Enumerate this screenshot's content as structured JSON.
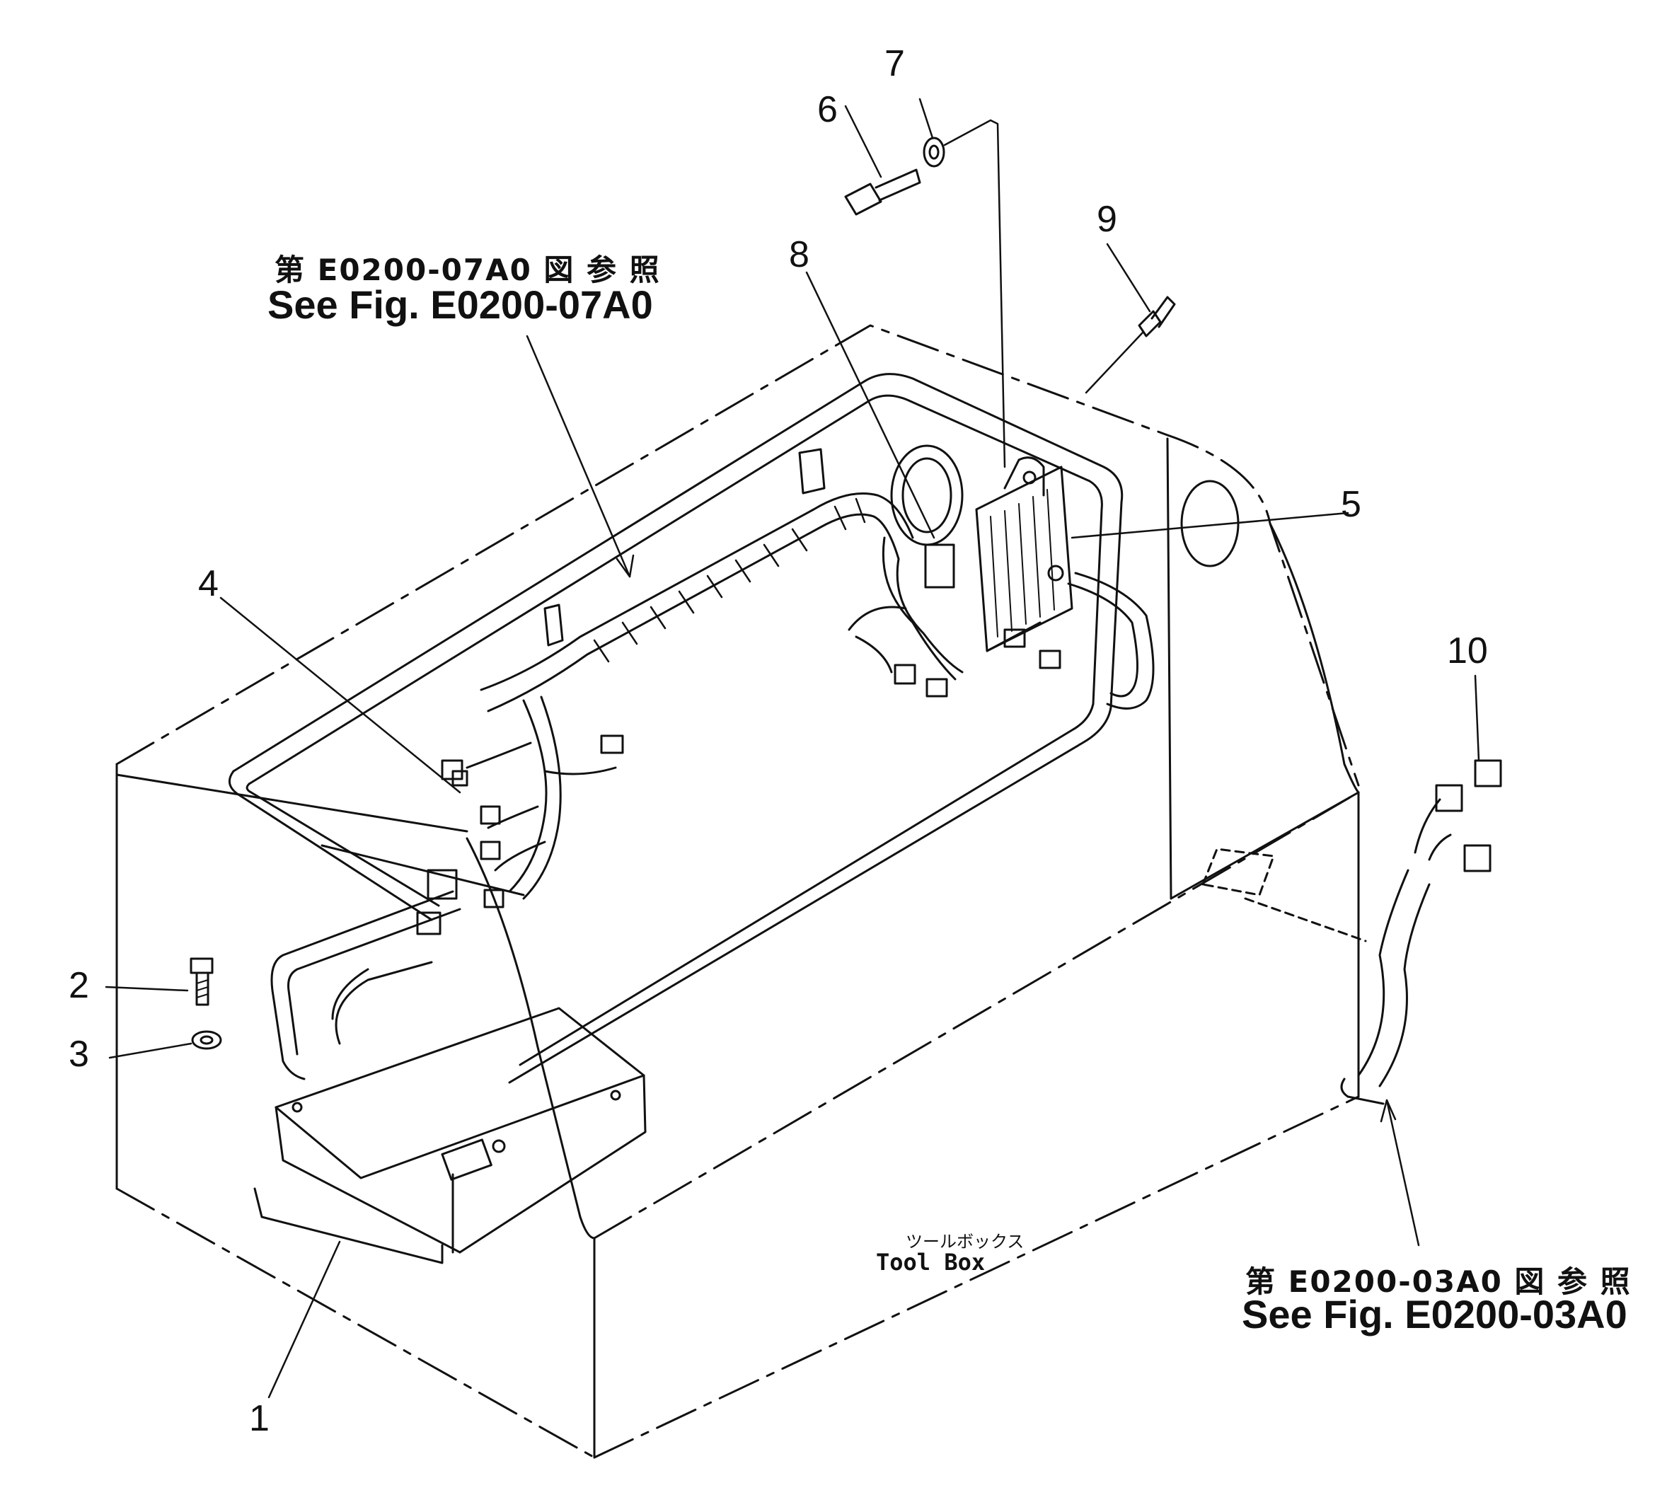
{
  "callouts": [
    "1",
    "2",
    "3",
    "4",
    "5",
    "6",
    "7",
    "8",
    "9",
    "10"
  ],
  "references": {
    "top": {
      "jp": "第 E0200-07A0 図 参 照",
      "en": "See Fig. E0200-07A0"
    },
    "bottom": {
      "jp": "第 E0200-03A0 図 参 照",
      "en": "See Fig. E0200-03A0"
    }
  },
  "toolbox": {
    "jp": "ツールボックス",
    "en": "Tool Box"
  }
}
